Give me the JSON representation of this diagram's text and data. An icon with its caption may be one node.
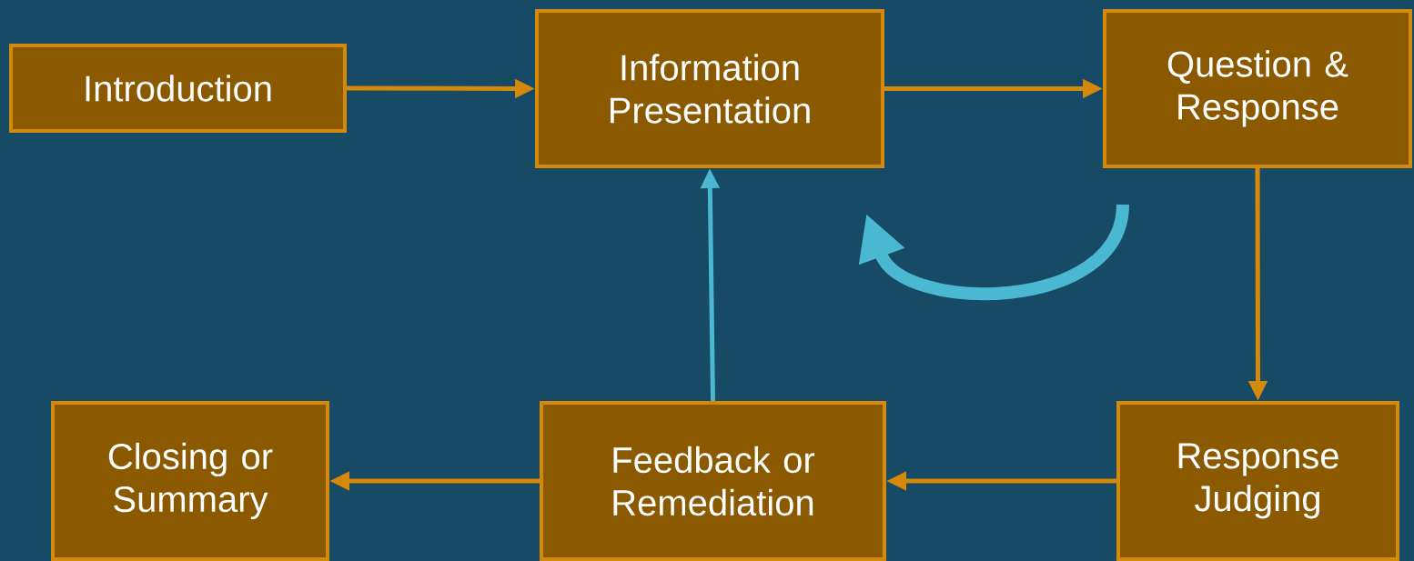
{
  "diagram": {
    "nodes": [
      {
        "text": [
          "Introduction"
        ]
      },
      {
        "text": [
          "Information Presentation"
        ]
      },
      {
        "text": [
          "Question & Response"
        ]
      },
      {
        "text": [
          "Response Judging"
        ]
      },
      {
        "text": [
          "Feedback or Remediation"
        ]
      },
      {
        "text": [
          "Closing or Summary"
        ]
      }
    ],
    "edges": [
      {
        "from": 0,
        "to": 1,
        "arrow": "to"
      },
      {
        "from": 1,
        "to": 2,
        "arrow": "to"
      },
      {
        "from": 2,
        "to": 3,
        "arrow": "to"
      },
      {
        "from": 3,
        "to": 4,
        "arrow": "to"
      },
      {
        "from": 4,
        "to": 5,
        "arrow": "to"
      },
      {
        "from": 4,
        "to": 1,
        "arrow": "to",
        "color": "#4ab8d0"
      },
      {
        "from": 2,
        "to": 1,
        "arrow": "to",
        "style": "thick",
        "color": "#4ab8d0"
      }
    ]
  }
}
